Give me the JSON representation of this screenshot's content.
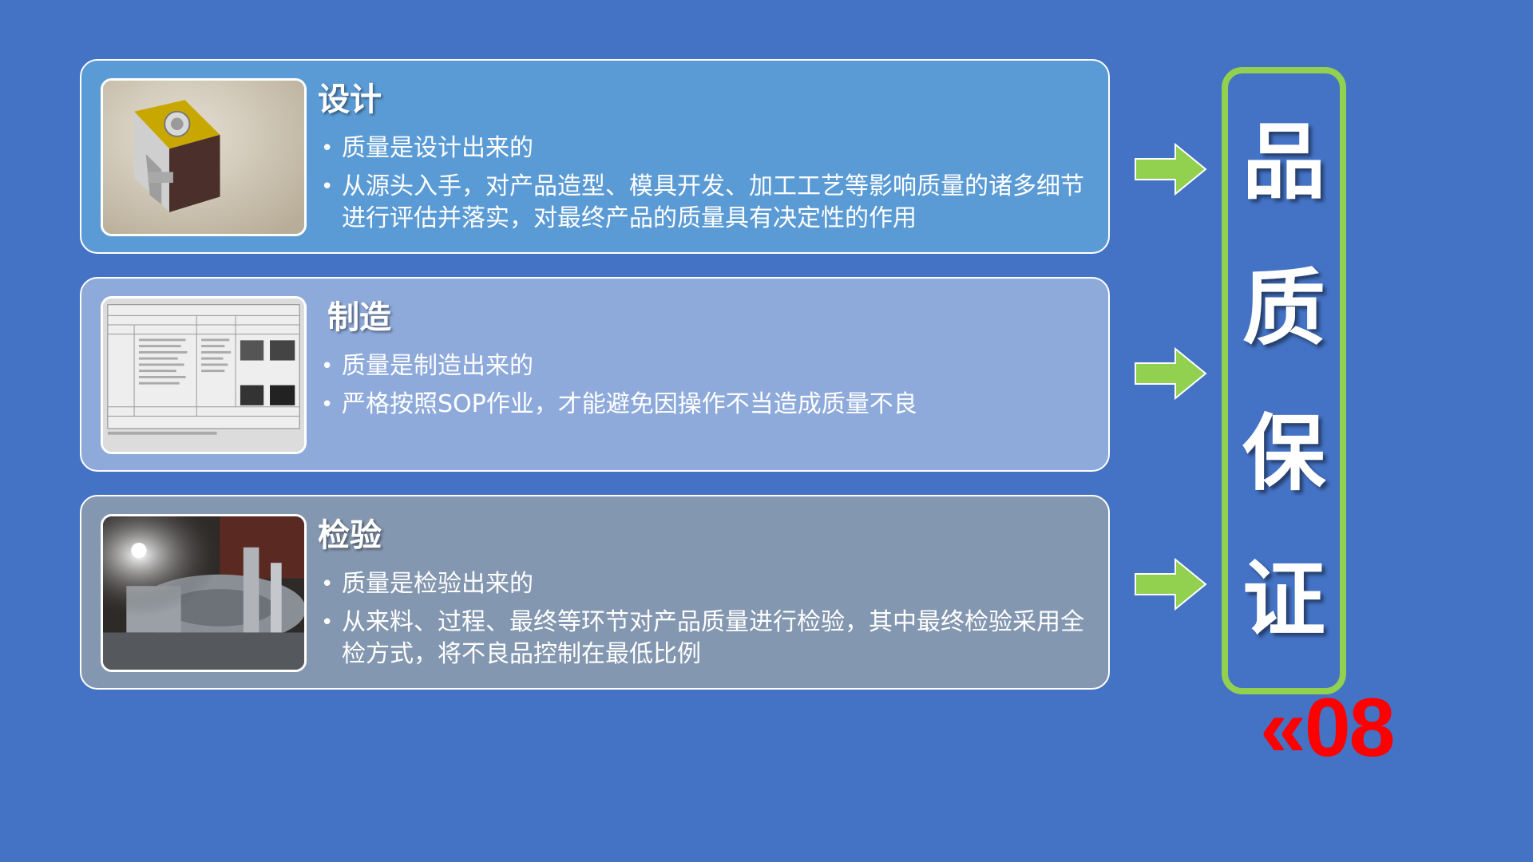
{
  "cards": [
    {
      "title": "设计",
      "bullets": [
        "质量是设计出来的",
        "从源头入手，对产品造型、模具开发、加工工艺等影响质量的诸多细节进行评估并落实，对最终产品的质量具有决定性的作用"
      ]
    },
    {
      "title": "制造",
      "bullets": [
        "质量是制造出来的",
        "严格按照SOP作业，才能避免因操作不当造成质量不良"
      ]
    },
    {
      "title": "检验",
      "bullets": [
        "质量是检验出来的",
        "从来料、过程、最终等环节对产品质量进行检验，其中最终检验采用全检方式，将不良品控制在最低比例"
      ]
    }
  ],
  "badge": {
    "chars": [
      "品",
      "质",
      "保",
      "证"
    ]
  },
  "page_number": "«08",
  "colors": {
    "background": "#4472c4",
    "card1": "#5b9bd5",
    "card2": "#8eaadb",
    "card3": "#8497b0",
    "arrow": "#92d050",
    "badge_border": "#92d050",
    "page_number": "#ff0000"
  },
  "icons": {
    "bullet": "•",
    "arrow": "right-arrow-icon"
  }
}
